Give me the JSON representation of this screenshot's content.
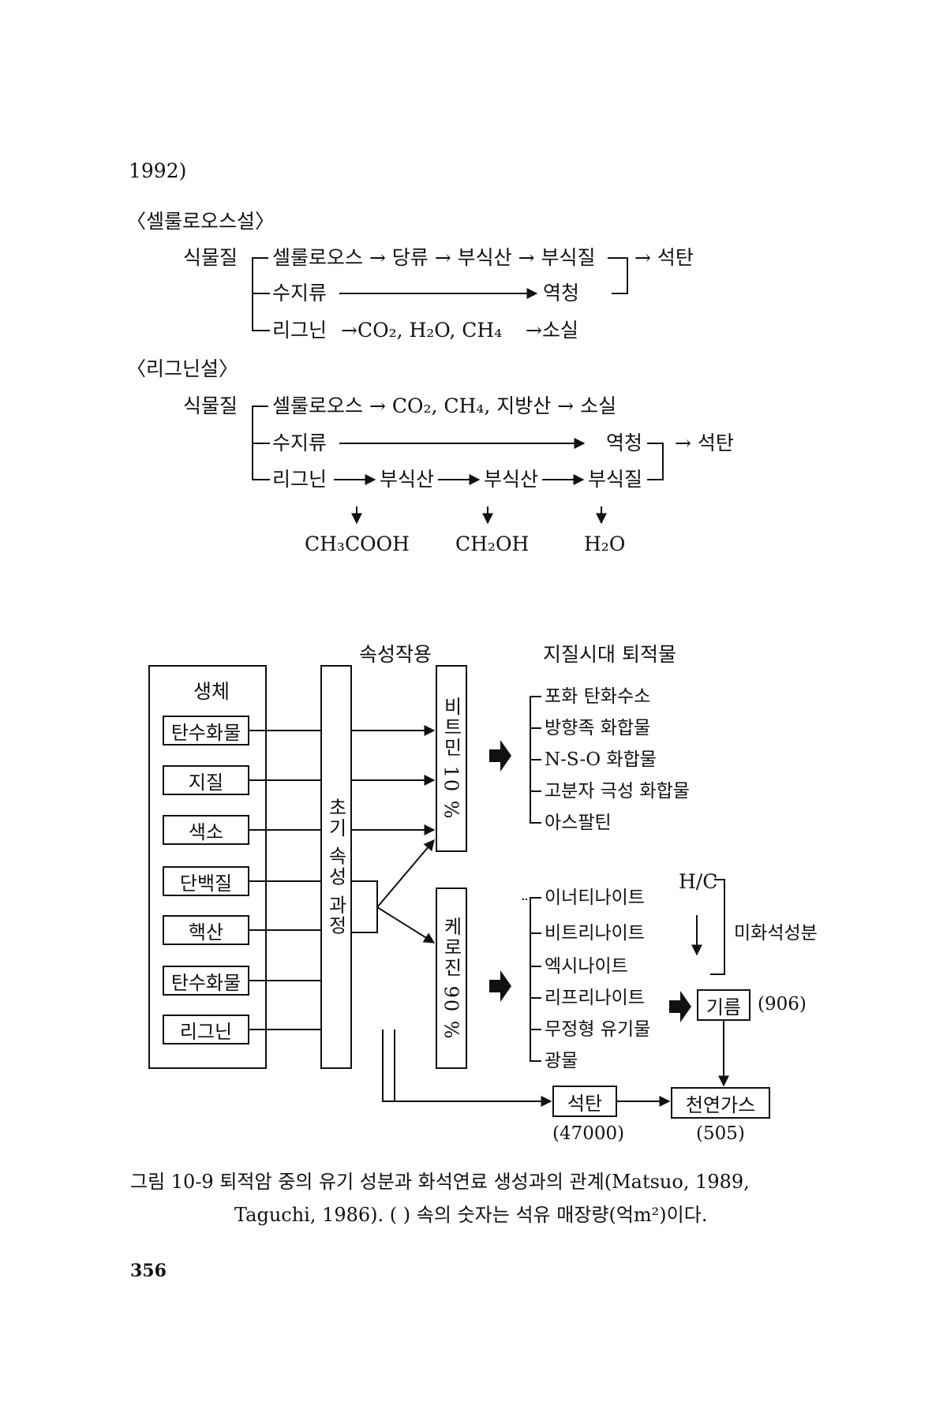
{
  "header": {
    "citation_tail": "1992)"
  },
  "cellulose_theory": {
    "title": "〈셀룰로오스설〉",
    "root": "식물질",
    "row1": "셀룰로오스 → 당류 → 부식산 → 부식질",
    "row1_result": "→ 석탄",
    "row2": "수지류",
    "row2_result": "역청",
    "row3": "리그닌",
    "row3_products": "→CO₂, H₂O, CH₄",
    "row3_result": "→소실"
  },
  "lignin_theory": {
    "title": "〈리그닌설〉",
    "root": "식물질",
    "row1": "셀룰로오스 → CO₂, CH₄, 지방산 → 소실",
    "row2": "수지류",
    "row2_mid": "역청",
    "row2_result": "→ 석탄",
    "row3": "리그닌",
    "acid1": "부식산",
    "acid2": "부식산",
    "humin": "부식질",
    "by1": "CH₃COOH",
    "by2": "CH₂OH",
    "by3": "H₂O"
  },
  "diagram": {
    "diagenesis_label": "속성작용",
    "sediment_label": "지질시대 퇴적물",
    "organism_title": "생체",
    "components": [
      "탄수화물",
      "지질",
      "색소",
      "단백질",
      "핵산",
      "탄수화물",
      "리그닌"
    ],
    "early_stage": "초기 속성 과정",
    "bitumen": "비트민 10 %",
    "kerogen": "케로진 90 %",
    "bitumen_items": [
      "포화 탄화수소",
      "방향족 화합물",
      "N-S-O 화합물",
      "고분자 극성 화합물",
      "아스팔틴"
    ],
    "kerogen_items": [
      "이너티나이트",
      "비트리나이트",
      "엑시나이트",
      "리프리나이트",
      "무정형 유기물",
      "광물"
    ],
    "hc_label": "H/C",
    "coal_forming": "미화석성분",
    "oil": "기름",
    "oil_reserve": "(906)",
    "coal": "석탄",
    "coal_reserve": "(47000)",
    "gas": "천연가스",
    "gas_reserve": "(505)"
  },
  "caption": {
    "line1": "그림 10-9  퇴적암 중의 유기 성분과 화석연료 생성과의 관계(Matsuo, 1989,",
    "line2": "Taguchi, 1986). (   ) 속의 숫자는 석유 매장량(억m²)이다."
  },
  "page_number": "356"
}
